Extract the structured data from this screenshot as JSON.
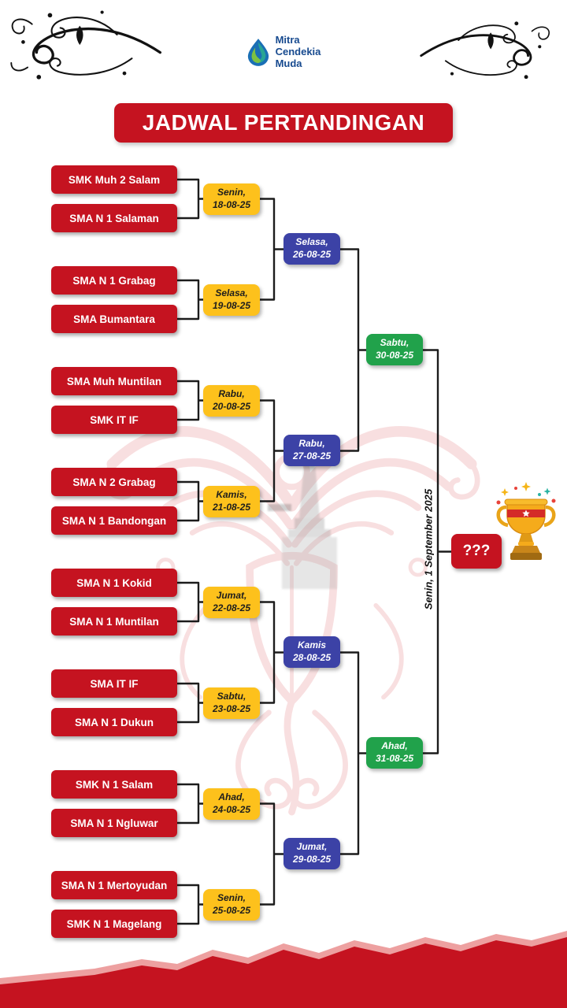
{
  "header": {
    "logo": {
      "line1": "Mitra",
      "line2": "Cendekia",
      "line3": "Muda"
    },
    "title": "JADWAL PERTANDINGAN"
  },
  "round1": [
    {
      "team1": "SMK Muh 2 Salam",
      "team2": "SMA N 1 Salaman",
      "day": "Senin,",
      "date": "18-08-25"
    },
    {
      "team1": "SMA N 1 Grabag",
      "team2": "SMA Bumantara",
      "day": "Selasa,",
      "date": "19-08-25"
    },
    {
      "team1": "SMA Muh Muntilan",
      "team2": "SMK IT IF",
      "day": "Rabu,",
      "date": "20-08-25"
    },
    {
      "team1": "SMA N 2 Grabag",
      "team2": "SMA N 1 Bandongan",
      "day": "Kamis,",
      "date": "21-08-25"
    },
    {
      "team1": "SMA N 1 Kokid",
      "team2": "SMA N 1 Muntilan",
      "day": "Jumat,",
      "date": "22-08-25"
    },
    {
      "team1": "SMA IT IF",
      "team2": "SMA N 1 Dukun",
      "day": "Sabtu,",
      "date": "23-08-25"
    },
    {
      "team1": "SMK N 1 Salam",
      "team2": "SMA N 1 Ngluwar",
      "day": "Ahad,",
      "date": "24-08-25"
    },
    {
      "team1": "SMA N 1 Mertoyudan",
      "team2": "SMK N 1 Magelang",
      "day": "Senin,",
      "date": "25-08-25"
    }
  ],
  "quarterfinals": [
    {
      "day": "Selasa,",
      "date": "26-08-25"
    },
    {
      "day": "Rabu,",
      "date": "27-08-25"
    },
    {
      "day": "Kamis",
      "date": "28-08-25"
    },
    {
      "day": "Jumat,",
      "date": "29-08-25"
    }
  ],
  "semifinals": [
    {
      "day": "Sabtu,",
      "date": "30-08-25"
    },
    {
      "day": "Ahad,",
      "date": "31-08-25"
    }
  ],
  "final": {
    "date_text": "Senin, 1 September 2025",
    "winner_label": "???"
  },
  "colors": {
    "red": "#c51320",
    "yellow": "#fdc11c",
    "blue": "#3c42a6",
    "green": "#21a24b"
  }
}
